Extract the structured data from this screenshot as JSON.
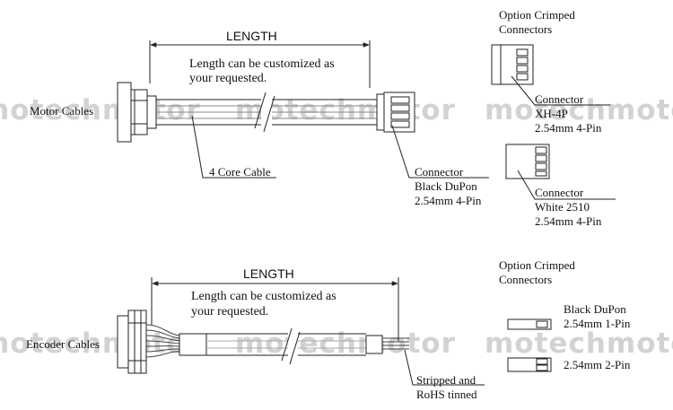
{
  "watermark": {
    "text": "motechmotor",
    "color": "#d2d2d2"
  },
  "motor": {
    "length_label": "LENGTH",
    "note_line1": "Length can be customized as",
    "note_line2": "your requested.",
    "cable_name": "Motor Cables",
    "core_label": "4 Core Cable",
    "connector_title": "Connector",
    "connector_type": "Black DuPon",
    "connector_spec": "2.54mm 4-Pin",
    "options_title_1": "Option Crimped",
    "options_title_2": "Connectors",
    "option_a_title": "Connector",
    "option_a_type": "XH-4P",
    "option_a_spec": "2.54mm 4-Pin",
    "option_b_title": "Connector",
    "option_b_type": "White 2510",
    "option_b_spec": "2.54mm 4-Pin"
  },
  "encoder": {
    "length_label": "LENGTH",
    "note_line1": "Length can be customized as",
    "note_line2": "your requested.",
    "cable_name": "Encoder Cables",
    "end_line1": "Stripped and",
    "end_line2": "RoHS tinned",
    "options_title_1": "Option Crimped",
    "options_title_2": "Connectors",
    "option_type": "Black DuPon",
    "option_1pin": "2.54mm 1-Pin",
    "option_2pin": "2.54mm 2-Pin"
  }
}
